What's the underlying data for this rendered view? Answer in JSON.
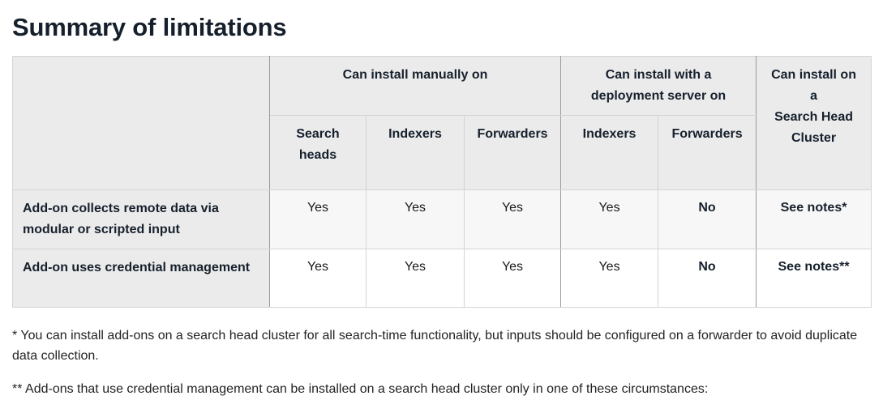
{
  "page": {
    "title": "Summary of limitations"
  },
  "table": {
    "corner_label": "",
    "group_headers": [
      {
        "label": "Can install manually on",
        "span": 3
      },
      {
        "label": "Can install with a deployment server on",
        "span": 2
      }
    ],
    "rowspan_header": {
      "line1": "Can install on a",
      "line2": "Search Head Cluster"
    },
    "sub_headers": [
      "Search heads",
      "Indexers",
      "Forwarders",
      "Indexers",
      "Forwarders"
    ],
    "rows": [
      {
        "label": "Add-on collects remote data via modular or scripted input",
        "values": [
          "Yes",
          "Yes",
          "Yes",
          "Yes",
          "No",
          "See notes*"
        ]
      },
      {
        "label": "Add-on uses credential management",
        "values": [
          "Yes",
          "Yes",
          "Yes",
          "Yes",
          "No",
          "See notes**"
        ]
      }
    ]
  },
  "footnotes": [
    "* You can install add-ons on a search head cluster for all search-time functionality, but inputs should be configured on a forwarder to avoid duplicate data collection.",
    "** Add-ons that use credential management can be installed on a search head cluster only in one of these circumstances:"
  ],
  "colors": {
    "title": "#16202c",
    "header_bg": "#ebebeb",
    "row_odd_bg": "#f7f7f7",
    "row_even_bg": "#ffffff",
    "border": "#d4d4d4",
    "border_strong": "#9a9a9a"
  }
}
